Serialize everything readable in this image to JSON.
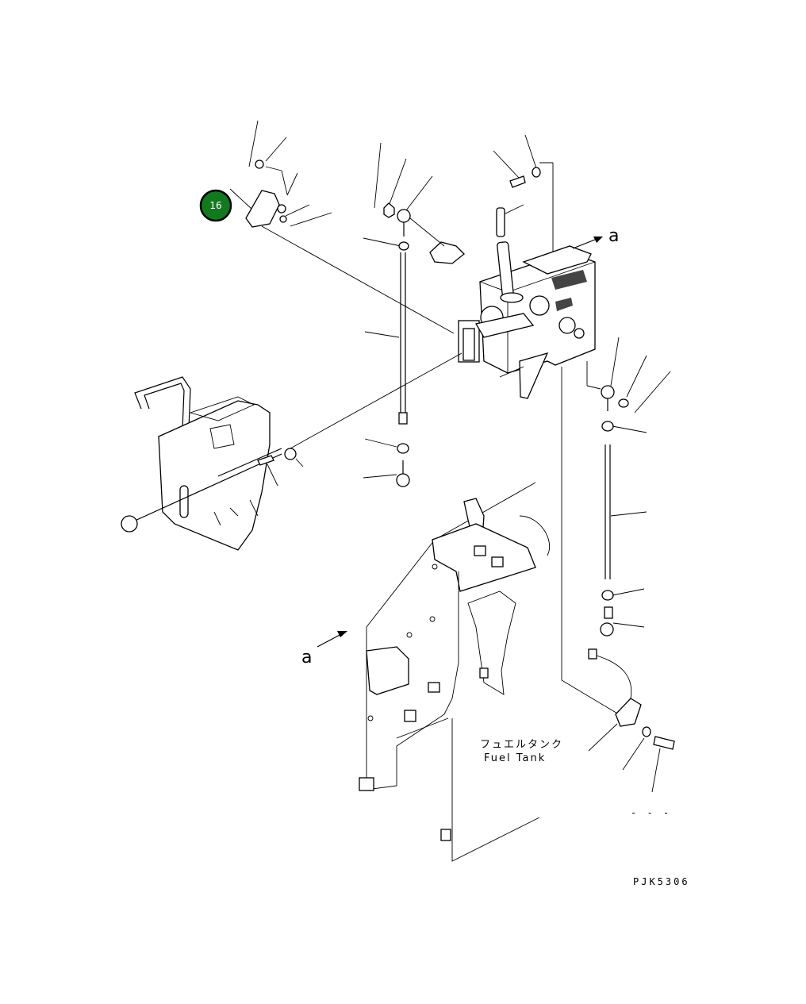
{
  "callout": {
    "number": "16",
    "color": "#117a1c",
    "ring": "#000000"
  },
  "arrow_labels": {
    "top_right": "a",
    "left": "a"
  },
  "fuel_tank": {
    "jp": "フュエルタンク",
    "en": "Fuel Tank"
  },
  "drawing_code": "PJK5306",
  "dash_mark": "- - -"
}
